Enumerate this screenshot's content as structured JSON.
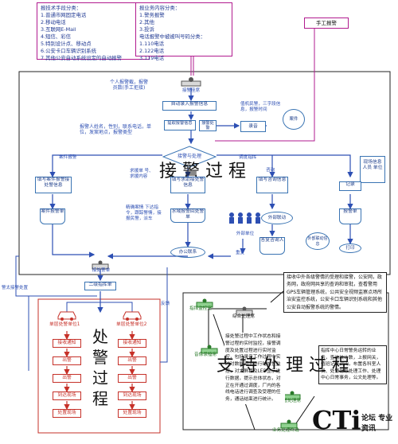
{
  "top_left_box": {
    "title": "报技术手段分类：",
    "items": [
      "1.普通市网固定电话",
      "2.移动电话",
      "3.互联网E-Mail",
      "4.短信、彩信",
      "5.特别设计点、移动点",
      "6.公安卡口车辆识别系统",
      "7.其他公安自动系统设定的自动报警"
    ]
  },
  "top_right_box": {
    "title": "报业务内容分类：",
    "items": [
      "1.警务报警",
      "2.其他",
      "3.投诉",
      "电话报警中被被叫号码分类：",
      "1.110电话",
      "2.122电话",
      "3.119电话"
    ]
  },
  "manual_alarm": "手工报警",
  "center": {
    "note_left": "个人报警截，报警员数(手工拒接)",
    "receive": "接警座席",
    "auto_intake": "自动录入报警信息",
    "extract_info": "提取报警信息",
    "receive_report": "接警处警",
    "incident_label": "案件",
    "caller_notes": "报警人姓名，性别，联系电话，单位，发案地点，报警类型",
    "record_save": "录音",
    "bottom_note": "值机民警，三字段信息，报警时间",
    "decision": "接警与处理",
    "case_label": "案件报警",
    "dispatch_label": "调度指挥",
    "consult_label": "咨询",
    "big_title": "接 警 过 程",
    "fill_case": "填写案件报警接处警信息",
    "fill_assist": "填写求助接处警信息",
    "fill_consult": "填写咨询信息",
    "case_form": "案件报警单",
    "assist_note": "求援单 号、求援内容",
    "traffic_note": "精确案情 下达指令，跟踪警情，接报民警，派车",
    "water_note": "水域报警回处警单",
    "external_unit": "外部单位",
    "external_contact": "外部联动",
    "external_table": "外部联动信息",
    "consult_advice": "答复咨询人",
    "assist_return": "办公联系",
    "repeat_label": "重复",
    "summary_node": "处警",
    "dispatch_node": "接处警单",
    "merge_label": "二级指挥单",
    "right_panel": {
      "info": "现场信息 人员 单位",
      "form": "记录",
      "check": "报警单",
      "print": "打印"
    }
  },
  "left_label": "警太接警处置",
  "dispatch_process": {
    "title_chars": [
      "处",
      "警",
      "过",
      "程"
    ],
    "unit1": "单层处警单位1",
    "unit2": "单层处警单位2",
    "steps": [
      "接收通知",
      "出警",
      "出警",
      "到达现场",
      "处置现场"
    ],
    "feedback": "回馈",
    "feedback2": "反馈"
  },
  "support_process": {
    "title": "支 持 处 理 过 程",
    "seats": {
      "command": "指挥监控室",
      "duty": "综合处理席",
      "record": "音像录播席",
      "manage": "监管处理席",
      "business": "业务处理终端"
    },
    "text_right_top": "接收中外各级警情的受理和接警，公安网，政务网，政府网共享的查询和审批，查看警用GPS车辆管理系统，公共安全视频监察点场所治安监控系统，公安卡口车辆识别系统和其他公安自动报警系统的警情。",
    "text_mid": "接处警过程中工作状态和接警过程的实时监控，接警调度及处置过程进行实时监控，包括录音工作过程中实时对数据调度进行时效性监控，对大屏幕及LED显示进行数据，提示总体状态，对正在开通过调度，厂内的各线电话进行调查及受理的任务，通话结束进行统计。",
    "text_right_bottom": "指挥中心日常警务运转的业务，查询统计数，上报网关，值班记录调阅，布置各科室人员、处警信息处理工作、处理中心日常事务，公文处理等。"
  },
  "watermark": {
    "logo": "CTi",
    "forum": "论坛",
    "site": "专业资讯"
  }
}
